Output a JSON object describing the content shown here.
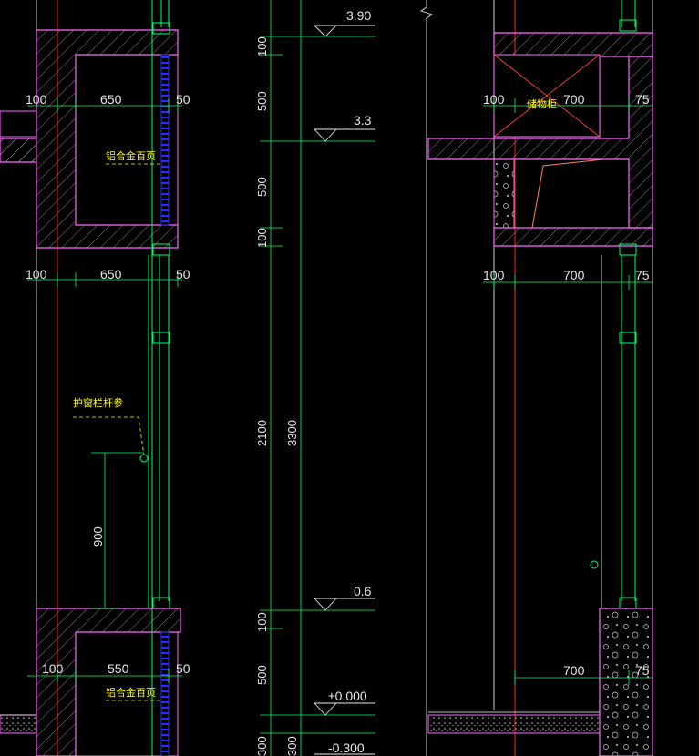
{
  "levels": {
    "l390": "3.90",
    "l33": "3.3",
    "l06": "0.6",
    "l000": "±0.000",
    "lm03": "-0.300"
  },
  "vertical_dims": {
    "d100_a": "100",
    "d500_a": "500",
    "d500_b": "500",
    "d100_b": "100",
    "d2100": "2100",
    "d3300": "3300",
    "d100_c": "100",
    "d500_c": "500",
    "d300_a": "300",
    "d300_b": "300",
    "d900": "900"
  },
  "left_dims": {
    "row1": [
      "100",
      "650",
      "50"
    ],
    "row2": [
      "100",
      "650",
      "50"
    ],
    "row3": [
      "100",
      "550",
      "50"
    ]
  },
  "right_dims": {
    "row1": [
      "100",
      "700",
      "75"
    ],
    "row2": [
      "100",
      "700",
      "75"
    ],
    "row3": [
      "700",
      "75"
    ]
  },
  "annotations": {
    "alu_louver_1": "铝合金百页",
    "guard_rail": "护窗栏杆参",
    "alu_louver_2": "铝合金百页",
    "storage": "储物柜"
  },
  "colors": {
    "concrete": "#ff66ff",
    "dimension": "#00ff66",
    "axis": "#ff2020",
    "window": "#00ff66",
    "louver": "#2a2aff",
    "text": "#e6e6e6",
    "note": "#ffff00"
  }
}
